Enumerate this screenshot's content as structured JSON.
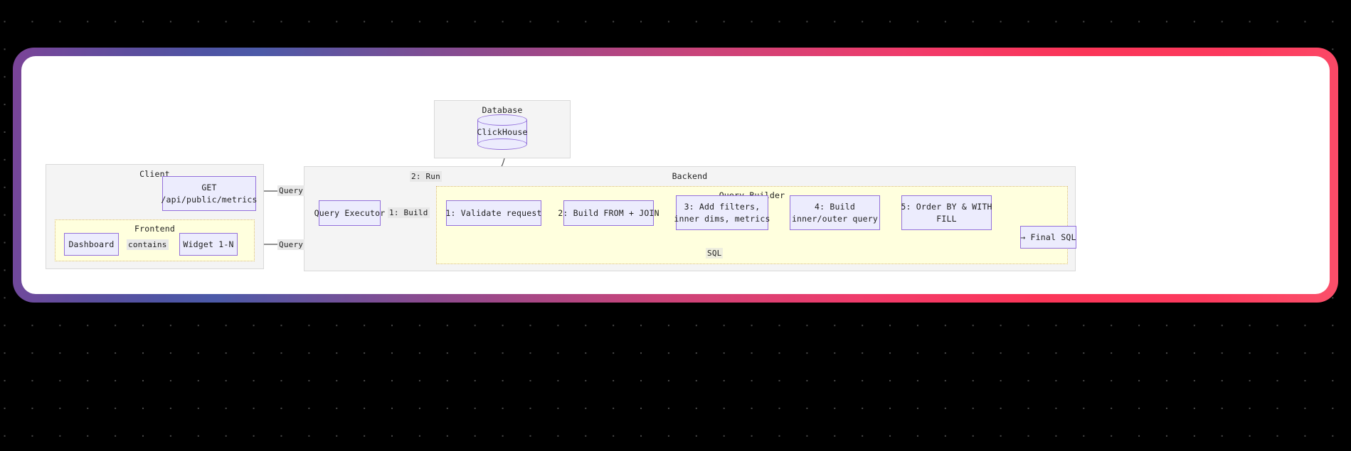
{
  "frame": {
    "gradient_start": "#7b4397",
    "gradient_mid": "#c9447a",
    "gradient_end": "#fb3558",
    "card_background": "#ffffff",
    "page_background": "#000000",
    "dot_color": "#4a4a4a"
  },
  "palette": {
    "node_fill": "#ececfd",
    "node_stroke": "#9370db",
    "cluster_fill": "#f4f4f4",
    "cluster_stroke": "#d9d9d9",
    "yellow_cluster_fill": "#ffffde",
    "yellow_cluster_stroke": "#d9bb7a",
    "edge_stroke": "#4f4f4f",
    "edge_label_bg": "#e8e8e8",
    "text_color": "#1f1f1f"
  },
  "clusters": {
    "client": {
      "label": "Client"
    },
    "frontend": {
      "label": "Frontend"
    },
    "database": {
      "label": "Database"
    },
    "backend": {
      "label": "Backend"
    },
    "query_builder": {
      "label": "Query Builder"
    }
  },
  "nodes": {
    "api_endpoint": {
      "line1": "GET",
      "line2": "/api/public/metrics"
    },
    "dashboard": {
      "label": "Dashboard"
    },
    "widget": {
      "label": "Widget 1-N"
    },
    "clickhouse": {
      "label": "ClickHouse"
    },
    "query_executor": {
      "label": "Query Executor"
    },
    "step1": {
      "label": "1: Validate request"
    },
    "step2": {
      "label": "2: Build FROM + JOIN"
    },
    "step3": {
      "line1": "3: Add filters,",
      "line2": "inner dims, metrics"
    },
    "step4": {
      "line1": "4: Build",
      "line2": "inner/outer query"
    },
    "step5": {
      "line1": "5: Order BY & WITH",
      "line2": "FILL"
    },
    "final_sql": {
      "label": "→ Final SQL"
    }
  },
  "edges": {
    "contains": {
      "label": "contains"
    },
    "query_from_api": {
      "label": "Query"
    },
    "query_from_widget": {
      "label": "Query"
    },
    "build": {
      "label": "1: Build"
    },
    "run": {
      "label": "2: Run"
    },
    "sql": {
      "label": "SQL"
    }
  }
}
